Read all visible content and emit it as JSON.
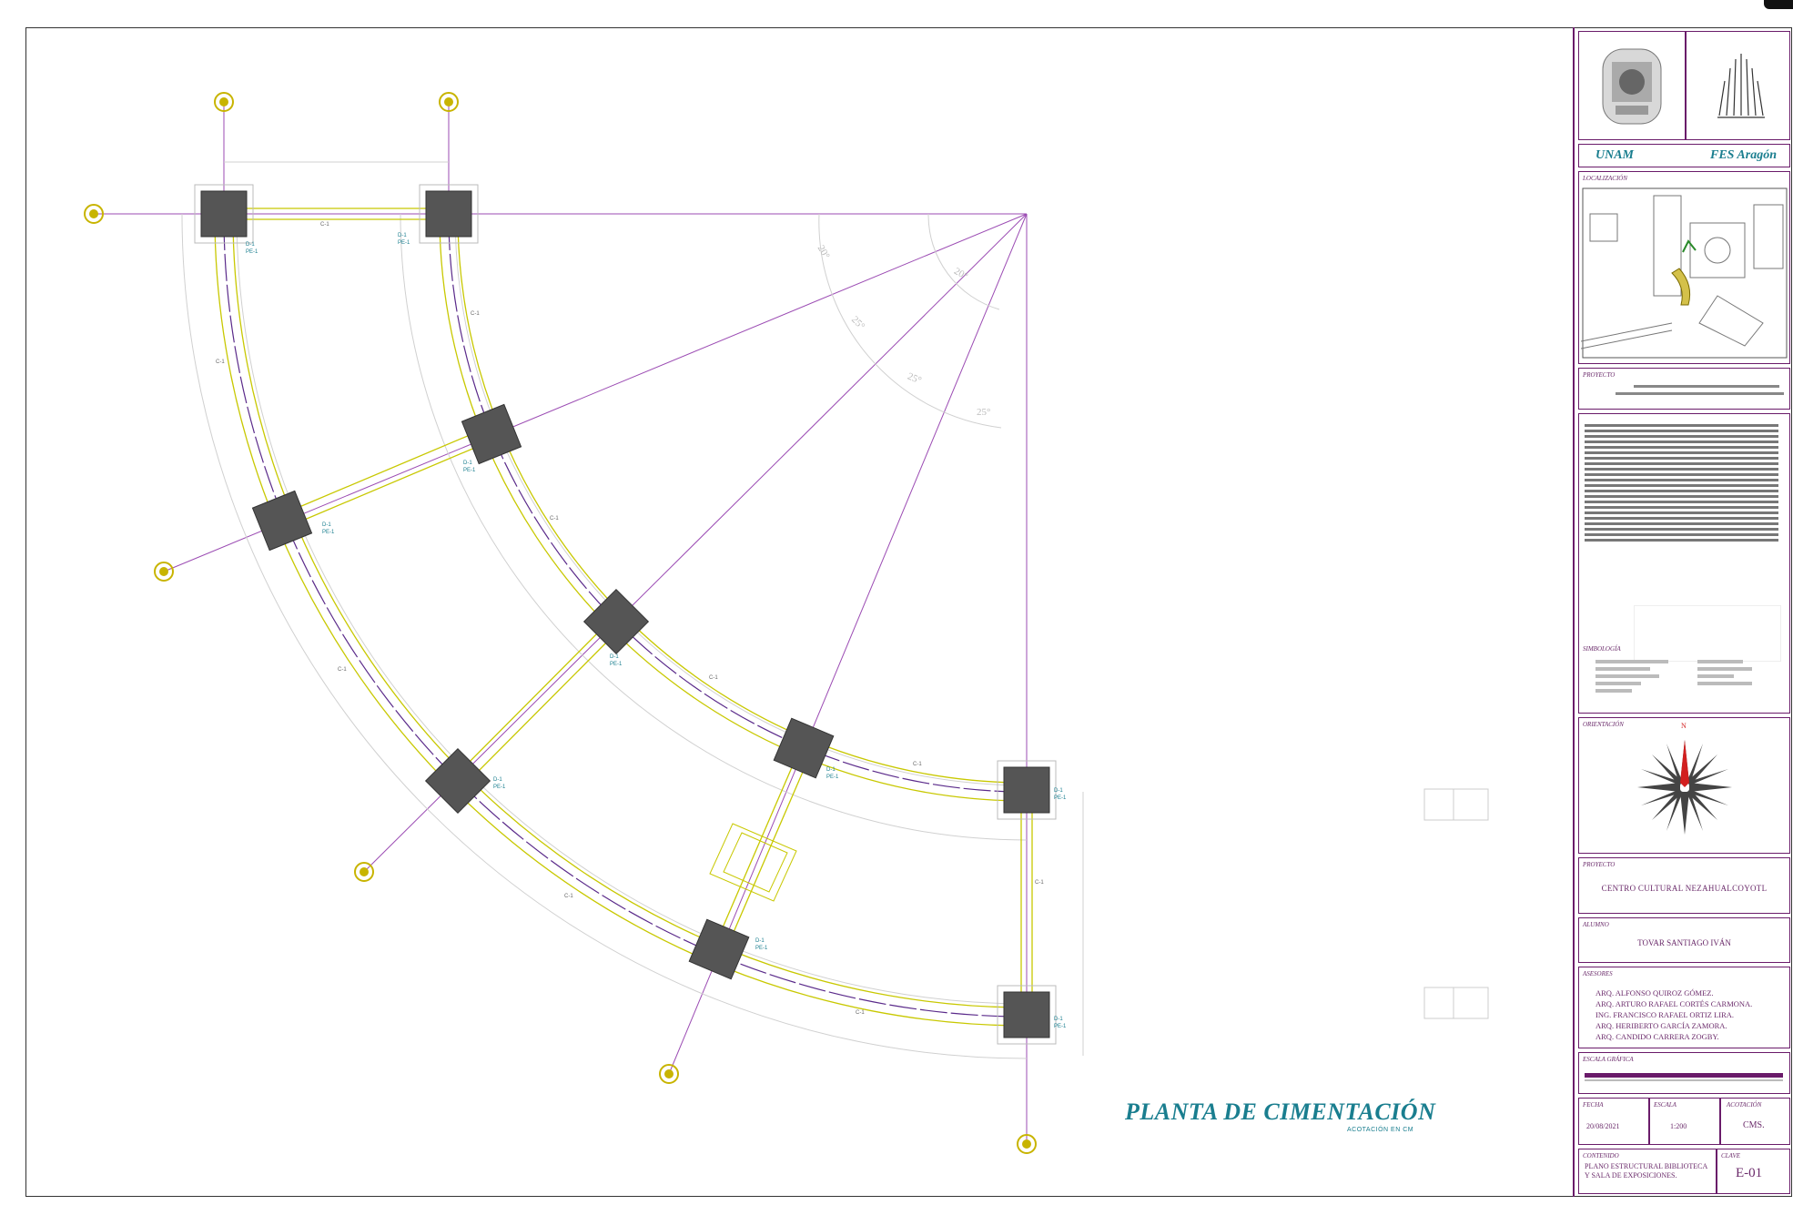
{
  "drawing": {
    "title": "PLANTA DE CIMENTACIÓN",
    "subtitle": "ACOTACIÓN EN CM",
    "angle_labels": [
      "20°",
      "20°",
      "25°",
      "25°",
      "25°"
    ],
    "footing_tag": "D-1",
    "footing_sub": "PE-1",
    "beam_tag": "C-1"
  },
  "title_block": {
    "institution_left": "UNAM",
    "institution_right": "FES Aragón",
    "location_label": "LOCALIZACIÓN",
    "project_label": "PROYECTO",
    "project_name": "CENTRO CULTURAL NEZAHUALCOYOTL",
    "author_label": "ALUMNO",
    "author_name": "TOVAR SANTIAGO IVÁN",
    "advisors_label": "ASESORES",
    "advisors": [
      "ARQ. ALFONSO QUIROZ GÓMEZ.",
      "ARQ. ARTURO RAFAEL CORTÉS CARMONA.",
      "ING. FRANCISCO RAFAEL ORTIZ LIRA.",
      "ARQ. HERIBERTO GARCÍA ZAMORA.",
      "ARQ. CANDIDO CARRERA ZOGBY."
    ],
    "orientation_label": "ORIENTACIÓN",
    "north_letter": "N",
    "scale_label": "ESCALA GRÁFICA",
    "date_label": "FECHA",
    "date_value": "20/08/2021",
    "scale_value_label": "ESCALA",
    "scale_value": "1:200",
    "units_label": "ACOTACIÓN",
    "units_value": "CMS.",
    "content_label": "CONTENIDO",
    "content_value": "PLANO ESTRUCTURAL BIBLIOTECA Y SALA DE EXPOSICIONES.",
    "sheet_label": "CLAVE",
    "sheet_number": "E-01",
    "symbology_label": "SIMBOLOGÍA"
  },
  "colors": {
    "grid_line": "#9b4bb3",
    "beam": "#c8c800",
    "footing": "#555555",
    "axis_marker": "#c8b400",
    "title": "#1a7e8f",
    "block_border": "#6a1b6a"
  }
}
